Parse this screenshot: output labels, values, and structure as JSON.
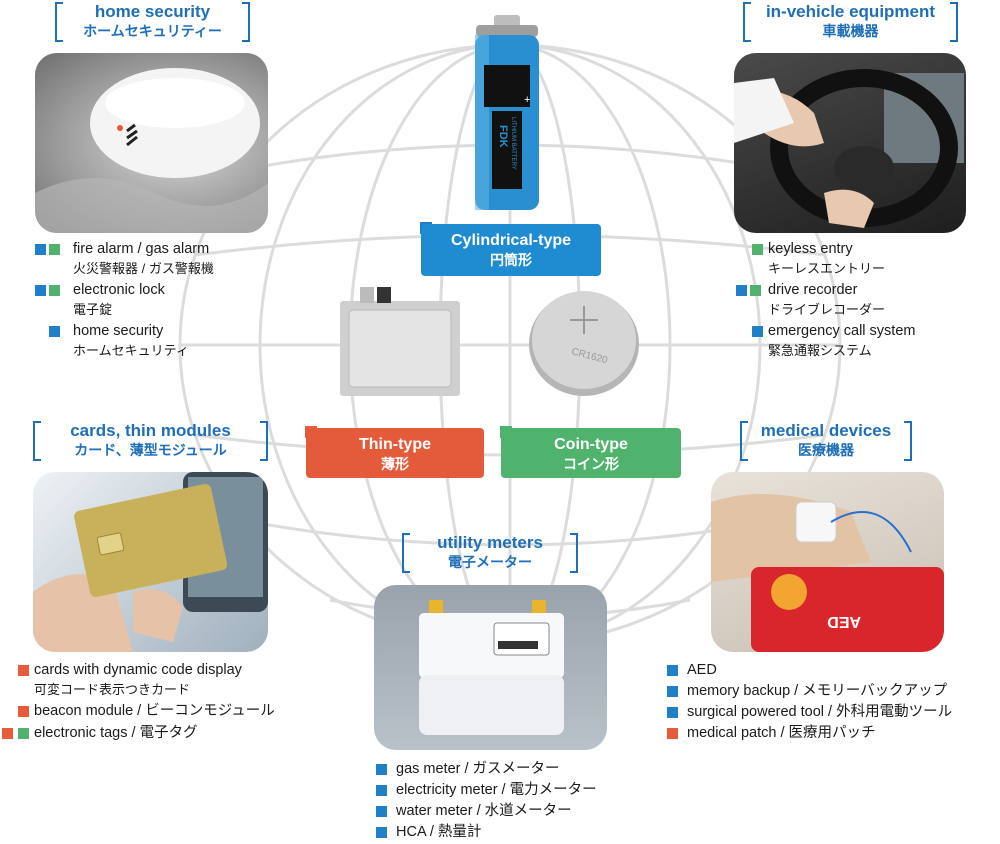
{
  "home_security": {
    "title": "home security",
    "title_jp": "ホームセキュリティー",
    "items": [
      {
        "en": "fire alarm / gas alarm",
        "jp": "火災警報器 / ガス警報機",
        "markers": [
          "blue",
          "green"
        ]
      },
      {
        "en": "electronic lock",
        "jp": "電子錠",
        "markers": [
          "blue",
          "green"
        ]
      },
      {
        "en": "home security",
        "jp": "ホームセキュリティ",
        "markers": [
          "blue"
        ]
      }
    ]
  },
  "in_vehicle": {
    "title": "in-vehicle equipment",
    "title_jp": "車載機器",
    "items": [
      {
        "en": "keyless entry",
        "jp": "キーレスエントリー",
        "markers": [
          "green"
        ]
      },
      {
        "en": "drive recorder",
        "jp": "ドライブレコーダー",
        "markers": [
          "blue",
          "green"
        ]
      },
      {
        "en": "emergency call system",
        "jp": "緊急通報システム",
        "markers": [
          "blue"
        ]
      }
    ]
  },
  "cards": {
    "title": "cards, thin modules",
    "title_jp": "カード、薄型モジュール",
    "items": [
      {
        "en": "cards with dynamic code display",
        "jp": "可変コード表示つきカード",
        "markers": [
          "red"
        ]
      },
      {
        "en": "beacon module / ビーコンモジュール",
        "markers": [
          "red"
        ]
      },
      {
        "en": "electronic tags / 電子タグ",
        "markers": [
          "red",
          "green"
        ]
      }
    ]
  },
  "medical": {
    "title": "medical devices",
    "title_jp": "医療機器",
    "items": [
      {
        "text": "AED",
        "marker": "blue"
      },
      {
        "text": "memory backup / メモリーバックアップ",
        "marker": "blue"
      },
      {
        "text": "surgical powered tool / 外科用電動ツール",
        "marker": "blue"
      },
      {
        "text": "medical patch / 医療用パッチ",
        "marker": "red"
      }
    ]
  },
  "utility": {
    "title": "utility meters",
    "title_jp": "電子メーター",
    "items": [
      {
        "text": "gas meter / ガスメーター",
        "marker": "blue"
      },
      {
        "text": "electricity meter / 電力メーター",
        "marker": "blue"
      },
      {
        "text": "water meter / 水道メーター",
        "marker": "blue"
      },
      {
        "text": "HCA / 熱量計",
        "marker": "blue"
      }
    ]
  },
  "types": {
    "cylindrical": {
      "en": "Cylindrical-type",
      "jp": "円筒形"
    },
    "thin": {
      "en": "Thin-type",
      "jp": "薄形"
    },
    "coin": {
      "en": "Coin-type",
      "jp": "コイン形"
    }
  },
  "battery": {
    "brand": "FDK",
    "label": "LITHIUM BATTERY",
    "coin_model": "CR1620",
    "aed_label": "AED"
  },
  "colors": {
    "blue": "#1f7fc7",
    "green": "#4fb36e",
    "red": "#e75b3a",
    "header": "#1f6fb8"
  }
}
